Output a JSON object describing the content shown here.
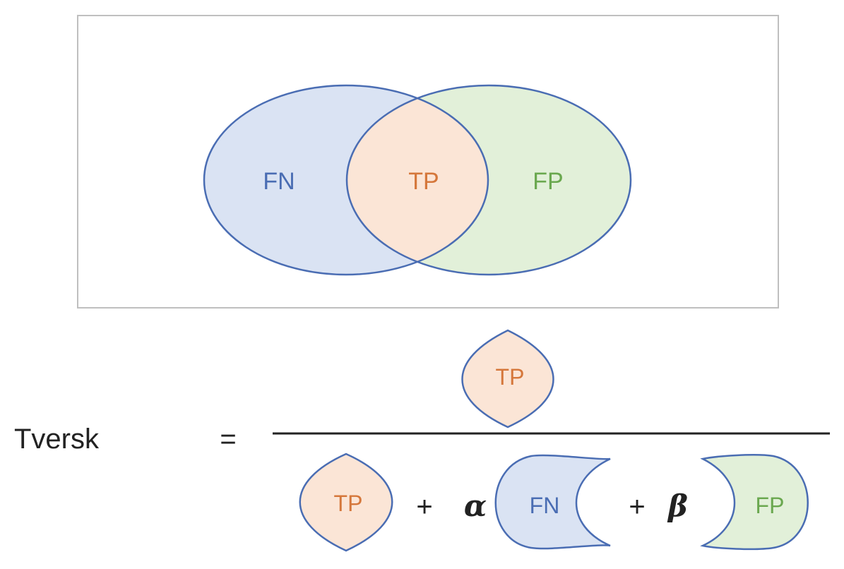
{
  "venn": {
    "left_label": "FN",
    "center_label": "TP",
    "right_label": "FP"
  },
  "formula": {
    "lhs": "Tversk",
    "equals": "=",
    "numerator_label": "TP",
    "denominator": {
      "tp_label": "TP",
      "plus_1": "+",
      "alpha": "α",
      "fn_label": "FN",
      "plus_2": "+",
      "beta": "β",
      "fp_label": "FP"
    }
  },
  "colors": {
    "fn_fill": "#dae3f3",
    "tp_fill": "#fbe5d6",
    "fp_fill": "#e2f0d9",
    "outline": "#4a6db3",
    "fn_text": "#4a6db3",
    "tp_text": "#d5773b",
    "fp_text": "#6aa84f",
    "frame": "#bfbfbf",
    "ink": "#222222"
  }
}
